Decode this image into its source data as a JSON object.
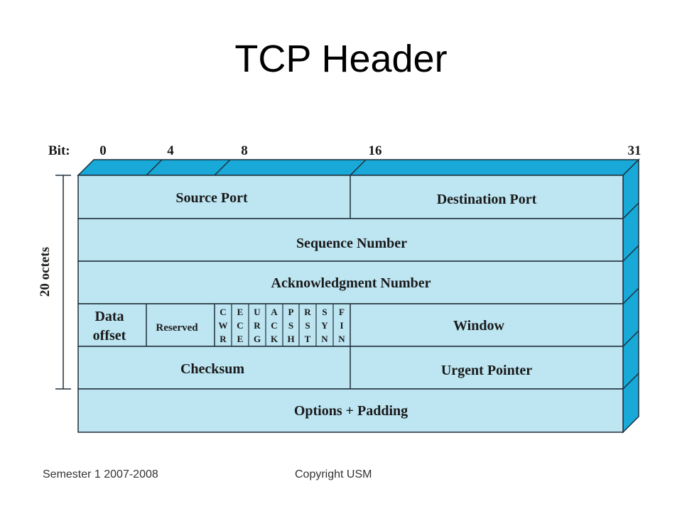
{
  "title": "TCP Header",
  "bit_label": "Bit:",
  "bit_ticks": [
    "0",
    "4",
    "8",
    "16",
    "31"
  ],
  "side_label": "20 octets",
  "rows": {
    "row1": {
      "left": "Source Port",
      "right": "Destination Port"
    },
    "row2": "Sequence Number",
    "row3": "Acknowledgment Number",
    "row4": {
      "data_offset": [
        "Data",
        "offset"
      ],
      "reserved": "Reserved",
      "flags": [
        [
          "C",
          "W",
          "R"
        ],
        [
          "E",
          "C",
          "E"
        ],
        [
          "U",
          "R",
          "G"
        ],
        [
          "A",
          "C",
          "K"
        ],
        [
          "P",
          "S",
          "H"
        ],
        [
          "R",
          "S",
          "T"
        ],
        [
          "S",
          "Y",
          "N"
        ],
        [
          "F",
          "I",
          "N"
        ]
      ],
      "window": "Window"
    },
    "row5": {
      "left": "Checksum",
      "right": "Urgent Pointer"
    },
    "row6": "Options + Padding"
  },
  "footer": {
    "left": "Semester 1 2007-2008",
    "right": "Copyright USM"
  },
  "colors": {
    "face": "#bde5f2",
    "top": "#18a9d9",
    "side": "#18a9d9",
    "line": "#1f2f3a"
  }
}
